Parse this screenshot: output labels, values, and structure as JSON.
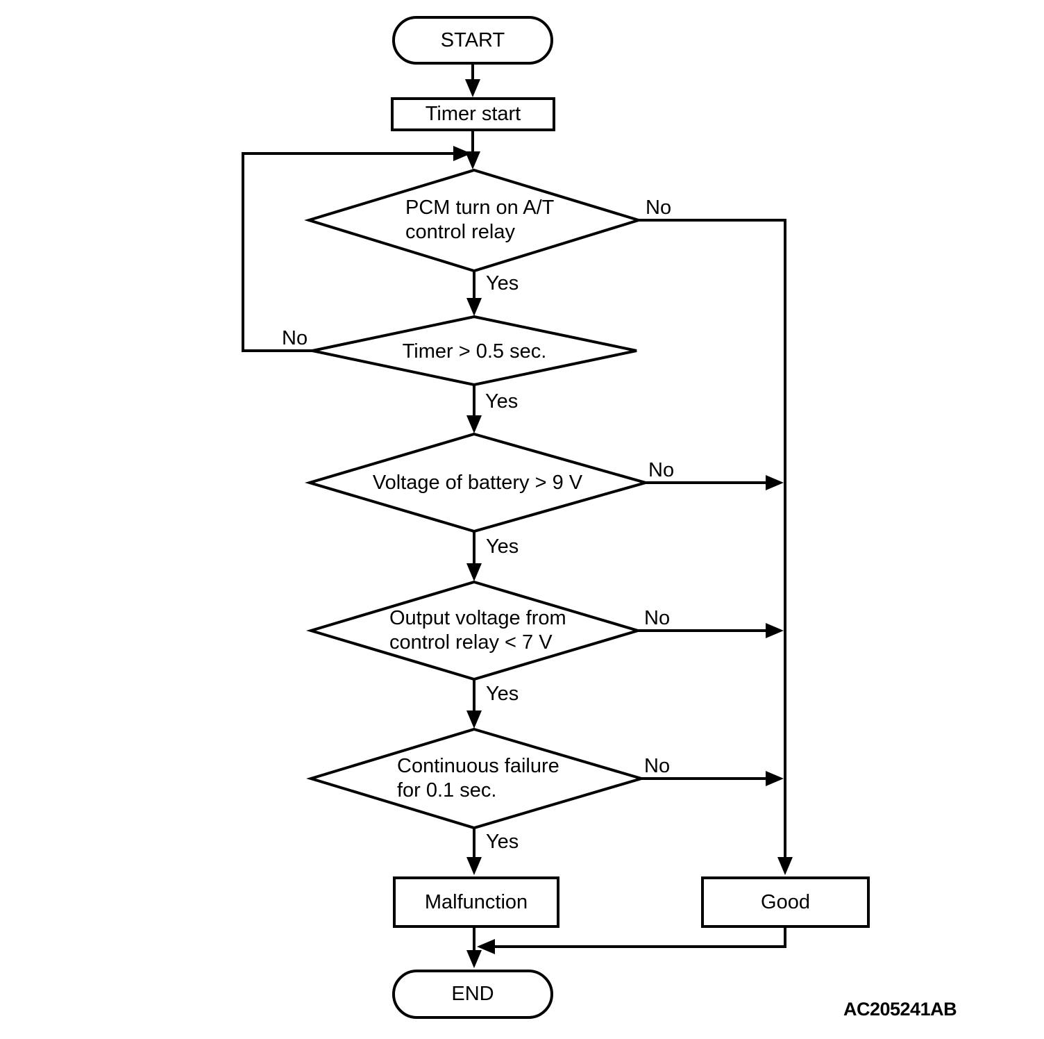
{
  "diagram": {
    "figure_code": "AC205241AB",
    "background_color": "#ffffff",
    "line_color": "#000000",
    "nodes": {
      "start": {
        "shape": "terminator",
        "label": "START"
      },
      "timer_start": {
        "shape": "process",
        "label": "Timer start"
      },
      "decision_pcm_relay": {
        "shape": "decision",
        "line1": "PCM turn on A/T",
        "line2": "control relay"
      },
      "decision_timer": {
        "shape": "decision",
        "label": "Timer > 0.5 sec."
      },
      "decision_battery": {
        "shape": "decision",
        "label": "Voltage of battery > 9 V"
      },
      "decision_output_voltage": {
        "shape": "decision",
        "line1": "Output voltage from",
        "line2": "control relay < 7 V"
      },
      "decision_continuous_failure": {
        "shape": "decision",
        "line1": "Continuous failure",
        "line2": "for 0.1 sec."
      },
      "malfunction": {
        "shape": "process",
        "label": "Malfunction"
      },
      "good": {
        "shape": "process",
        "label": "Good"
      },
      "end": {
        "shape": "terminator",
        "label": "END"
      }
    },
    "branches": {
      "pcm_relay_no": "No",
      "pcm_relay_yes": "Yes",
      "timer_no": "No",
      "timer_yes": "Yes",
      "battery_no": "No",
      "battery_yes": "Yes",
      "output_voltage_no": "No",
      "output_voltage_yes": "Yes",
      "continuous_failure_no": "No",
      "continuous_failure_yes": "Yes"
    }
  }
}
